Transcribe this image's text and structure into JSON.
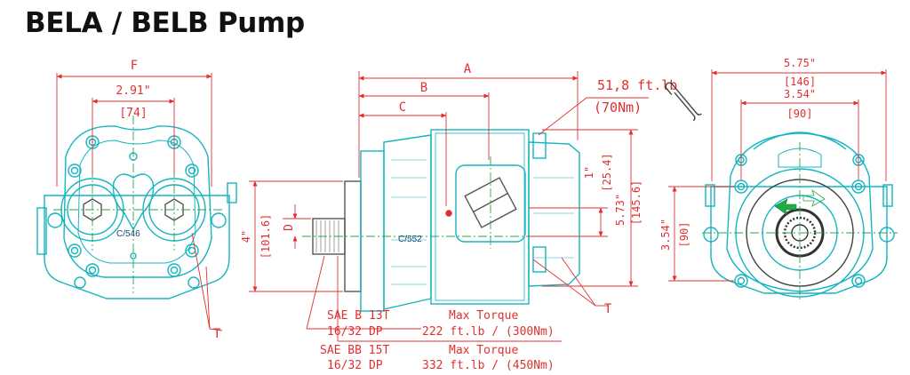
{
  "title": "BELA / BELB Pump",
  "colors": {
    "outline": "#15b5c0",
    "centerline": "#22aa44",
    "dimension": "#e03030",
    "part_text": "#1a4a80"
  },
  "front_view": {
    "overall_width_label": "F",
    "center_distance_in": "2.91\"",
    "center_distance_mm": "[74]",
    "height_in": "4\"",
    "height_mm": "[101.6]",
    "callout": "T",
    "part_code": "C/546"
  },
  "side_view": {
    "length_a": "A",
    "length_b": "B",
    "length_c": "C",
    "offset_d": "D",
    "torque_ftlb": "51,8 ft.lb",
    "torque_nm": "(70Nm)",
    "tool_icon": "wrench-icon",
    "port_height_in": "1\"",
    "port_height_mm": "[25.4]",
    "total_height_in": "5.73\"",
    "total_height_mm": "[145.6]",
    "callout": "T",
    "part_code": "C/552"
  },
  "rear_view": {
    "width_in": "5.75\"",
    "width_mm": "[146]",
    "bolt_spacing_in": "3.54\"",
    "bolt_spacing_mm": "[90]",
    "height_in": "3.54\"",
    "height_mm": "[90]"
  },
  "shaft_notes": [
    {
      "spline": "SAE B 13T",
      "pitch": "16/32 DP",
      "torque_label": "Max Torque",
      "torque_value": "222 ft.lb / (300Nm)"
    },
    {
      "spline": "SAE BB 15T",
      "pitch": "16/32 DP",
      "torque_label": "Max Torque",
      "torque_value": "332 ft.lb / (450Nm)"
    }
  ]
}
